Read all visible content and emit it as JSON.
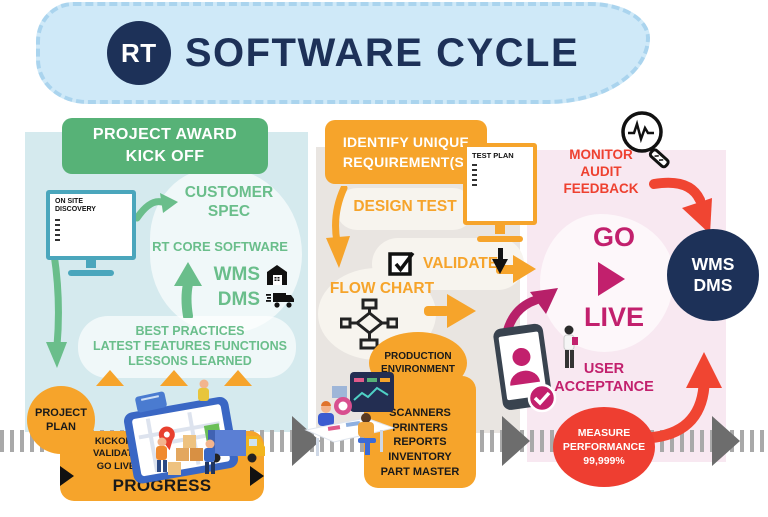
{
  "title": {
    "logo": "RT",
    "text": "SOFTWARE CYCLE"
  },
  "left_panel": {
    "header": "PROJECT AWARD\nKICK OFF",
    "onsite_monitor_label": "ON SITE\nDISCOVERY",
    "customer_spec": "CUSTOMER\nSPEC",
    "rt_core_software": "RT CORE SOFTWARE",
    "wms": "WMS",
    "dms": "DMS",
    "best_practices": "BEST PRACTICES\nLATEST FEATURES FUNCTIONS\nLESSONS LEARNED",
    "project_plan": "PROJECT\nPLAN",
    "kickoff_steps": "KICKOFF\nVALIDATE\nGO LIVE",
    "track_progress": "TRACK PROGRESS"
  },
  "middle_panel": {
    "header": "IDENTIFY UNIQUE\nREQUIREMENT(S)",
    "design_test": "DESIGN TEST",
    "test_plan_monitor_label": "TEST PLAN",
    "validate": "VALIDATE",
    "flow_chart": "FLOW CHART",
    "production_environment": "PRODUCTION\nENVIRONMENT",
    "deliverables": "SCANNERS\nPRINTERS\nREPORTS\nINVENTORY\nPART MASTER"
  },
  "right_panel": {
    "monitor_audit_feedback": "MONITOR\nAUDIT\nFEEDBACK",
    "go": "GO",
    "live": "LIVE",
    "wms_dms": "WMS\nDMS",
    "user_acceptance": "USER\nACCEPTANCE",
    "measure_performance": "MEASURE\nPERFORMANCE\n99,999%"
  },
  "icons": {
    "rt-logo": "navy-circle-badge",
    "onsite-monitor-icon": "desktop-monitor",
    "warehouse-icon": "warehouse-building",
    "truck-icon": "delivery-truck",
    "testplan-monitor-icon": "desktop-monitor",
    "down-arrow-icon": "black-down-arrow",
    "checkbox-icon": "checked-box",
    "flowchart-icon": "flowchart-nodes",
    "magnifier-pulse-icon": "magnifying-glass-heartbeat",
    "play-icon": "right-pointing-triangle",
    "tablet-check-icon": "tablet-user-checkmark",
    "timeline-arrow-icon": "gray-right-arrowhead"
  },
  "colors": {
    "navy": "#1d3158",
    "green": "#57b277",
    "green_light": "#6abe8b",
    "orange": "#f6a42b",
    "red": "#ee4130",
    "magenta": "#c2206d",
    "panel_left": "#d5eaee",
    "panel_middle": "#e9e5e1",
    "panel_right": "#f8e8f1",
    "title_blob": "#cfe9f8",
    "timeline_gray": "#6d6d6d",
    "stripe_gray": "#a9a9a9",
    "teal_monitor": "#4aa6bc"
  }
}
